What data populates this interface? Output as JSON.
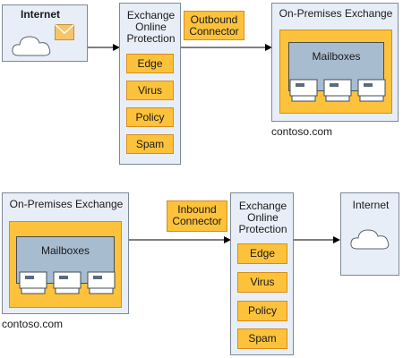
{
  "top": {
    "internet": {
      "label": "Internet"
    },
    "eop": {
      "title": "Exchange Online Protection",
      "title_lines": [
        "Exchange",
        "Online",
        "Protection"
      ],
      "filters": [
        "Edge",
        "Virus",
        "Policy",
        "Spam"
      ]
    },
    "connector": {
      "label_lines": [
        "Outbound",
        "Connector"
      ]
    },
    "onprem": {
      "title": "On-Premises Exchange",
      "mailboxes_label": "Mailboxes",
      "domain": "contoso.com"
    }
  },
  "bottom": {
    "onprem": {
      "title": "On-Premises Exchange",
      "mailboxes_label": "Mailboxes",
      "domain": "contoso.com"
    },
    "connector": {
      "label_lines": [
        "Inbound",
        "Connector"
      ]
    },
    "eop": {
      "title_lines": [
        "Exchange",
        "Online",
        "Protection"
      ],
      "filters": [
        "Edge",
        "Virus",
        "Policy",
        "Spam"
      ]
    },
    "internet": {
      "label": "Internet"
    }
  },
  "colors": {
    "box_fill": "#e8eef7",
    "orange": "#fcc23c",
    "mailbox_fill": "#a8bcd0"
  }
}
